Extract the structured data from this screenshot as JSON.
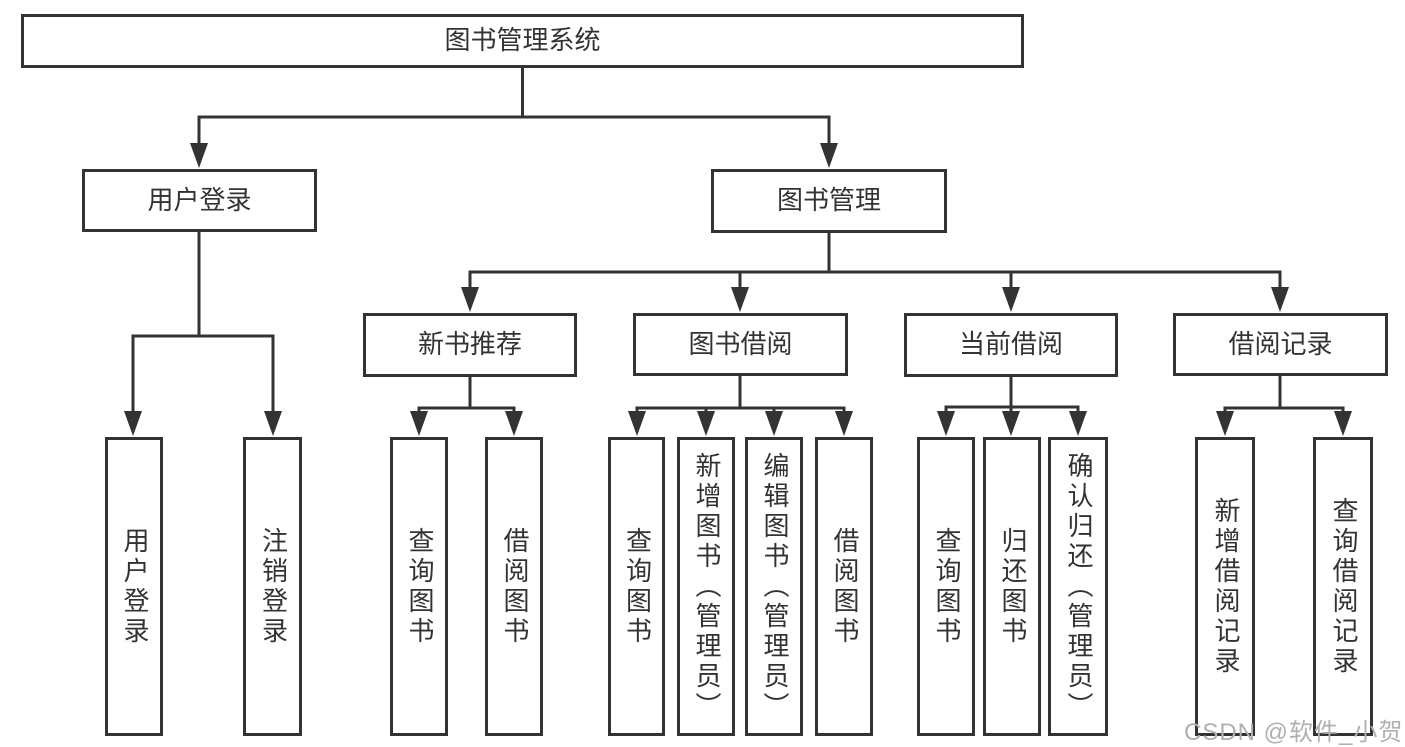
{
  "nodes": {
    "root": {
      "label": "图书管理系统",
      "children": [
        "user_login",
        "book_mgmt"
      ]
    },
    "user_login": {
      "label": "用户登录",
      "children": [
        "login",
        "logout"
      ]
    },
    "book_mgmt": {
      "label": "图书管理",
      "children": [
        "recommend",
        "borrowing",
        "current",
        "records"
      ]
    },
    "recommend": {
      "label": "新书推荐",
      "children": [
        "rec_query",
        "rec_borrow"
      ]
    },
    "borrowing": {
      "label": "图书借阅",
      "children": [
        "bor_query",
        "bor_add",
        "bor_edit",
        "bor_borrow"
      ]
    },
    "current": {
      "label": "当前借阅",
      "children": [
        "cur_query",
        "cur_return",
        "cur_confirm"
      ]
    },
    "records": {
      "label": "借阅记录",
      "children": [
        "recd_add",
        "recd_query"
      ]
    },
    "login": {
      "label": "用户登录"
    },
    "logout": {
      "label": "注销登录"
    },
    "rec_query": {
      "label": "查询图书"
    },
    "rec_borrow": {
      "label": "借阅图书"
    },
    "bor_query": {
      "label": "查询图书"
    },
    "bor_add": {
      "label": "新增图书（管理员）"
    },
    "bor_edit": {
      "label": "编辑图书（管理员）"
    },
    "bor_borrow": {
      "label": "借阅图书"
    },
    "cur_query": {
      "label": "查询图书"
    },
    "cur_return": {
      "label": "归还图书"
    },
    "cur_confirm": {
      "label": "确认归还（管理员）"
    },
    "recd_add": {
      "label": "新增借阅记录"
    },
    "recd_query": {
      "label": "查询借阅记录"
    }
  },
  "colors": {
    "line": "#333333",
    "text": "#333333",
    "watermark": "#b0b0b0",
    "background": "#ffffff"
  },
  "watermark": {
    "text": "CSDN @软件_小贺同学"
  }
}
